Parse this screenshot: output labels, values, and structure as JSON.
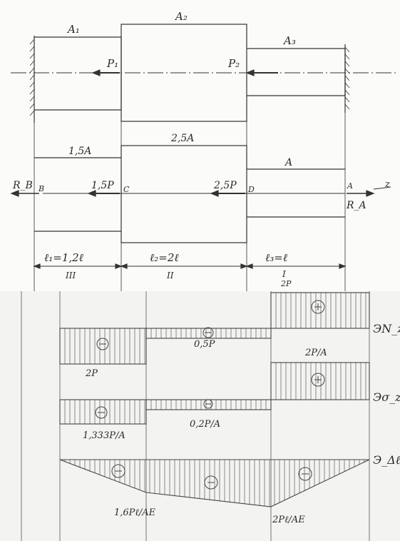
{
  "scheme_top": {
    "areas": [
      "A₁",
      "A₂",
      "A₃"
    ],
    "forces": [
      "P₁",
      "P₂"
    ]
  },
  "scheme_calc": {
    "areas": [
      "1,5A",
      "2,5A",
      "A"
    ],
    "forces": [
      "1,5P",
      "2,5P"
    ],
    "reactions": [
      "R_B",
      "R_A"
    ],
    "points": [
      "B",
      "C",
      "D",
      "A"
    ],
    "axis": "z",
    "lengths": [
      "ℓ₁=1,2ℓ",
      "ℓ₂=2ℓ",
      "ℓ₃=ℓ"
    ],
    "sections": [
      "III",
      "II",
      "I"
    ],
    "extra_label": "2P"
  },
  "diagrams": {
    "N": {
      "title": "ЭN_z",
      "labels": [
        "2P",
        "0,5P",
        "2P/A"
      ],
      "signs": [
        "minus",
        "minus",
        "plus"
      ]
    },
    "sigma": {
      "title": "Эσ_z",
      "labels": [
        "1,333P/A",
        "0,2P/A",
        "2P/A"
      ],
      "signs": [
        "minus",
        "minus",
        "plus"
      ]
    },
    "delta": {
      "title": "Э_Δℓ",
      "labels": [
        "1,6Pℓ/AE",
        "2Pℓ/AE"
      ],
      "signs": [
        "minus",
        "minus",
        "minus"
      ]
    }
  }
}
